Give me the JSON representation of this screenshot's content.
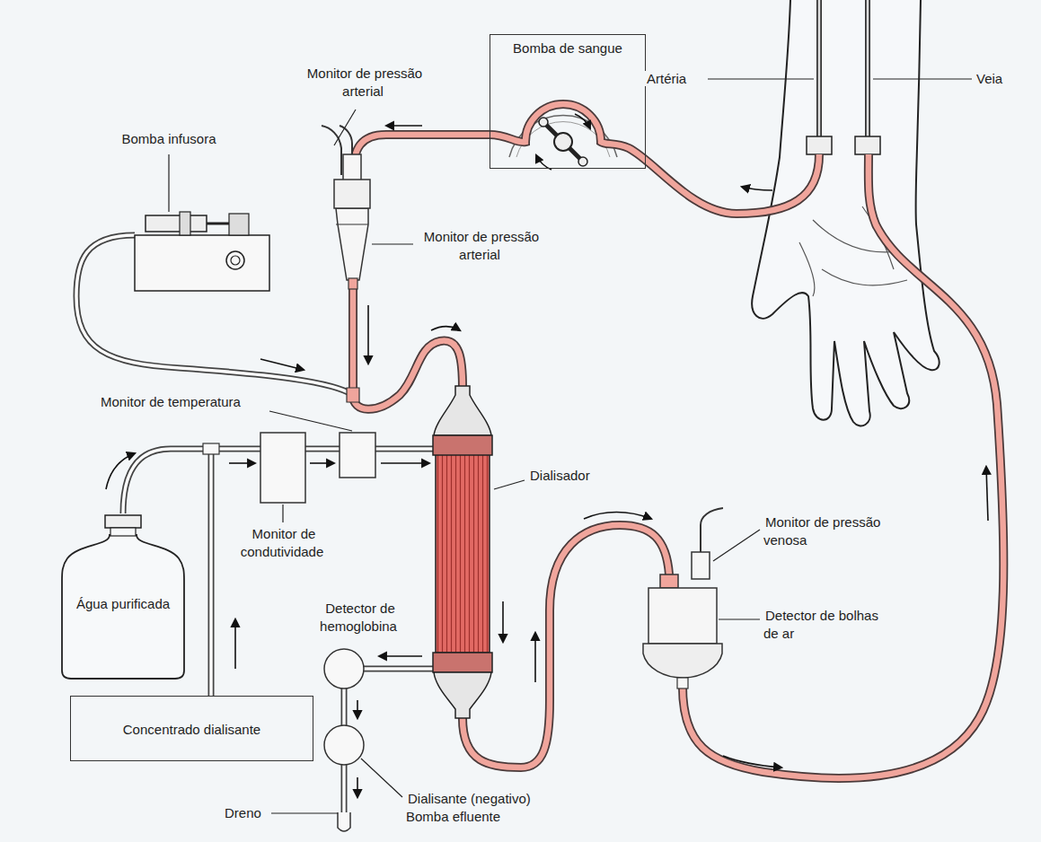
{
  "diagram": {
    "nodes": [
      {
        "text": [
          "Bomba de sangue"
        ]
      },
      {
        "text": [
          "Água purificada"
        ]
      },
      {
        "text": [
          "Concentrado dialisante"
        ]
      }
    ],
    "labels": [
      "Monitor de pressão arterial",
      "Artéria",
      "Veia",
      "Bomba infusora",
      "Monitor de pressão arterial",
      "Monitor de temperatura",
      "Dialisador",
      "Monitor de condutividade",
      "Detector de hemoglobina",
      "Monitor de pressão venosa",
      "Detector de bolhas de ar",
      "Dreno",
      "Dialisante (negativo) Bomba efluente"
    ]
  }
}
